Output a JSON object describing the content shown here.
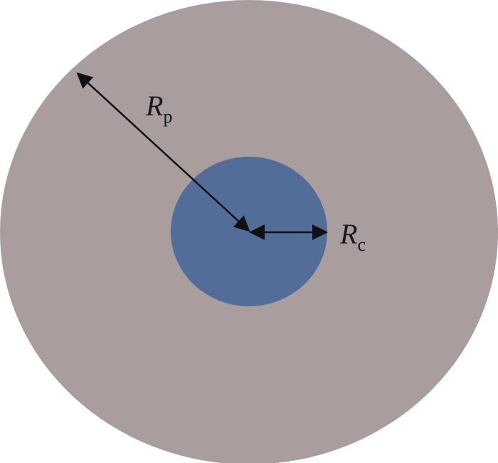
{
  "diagram": {
    "colors": {
      "outer_disk": "#a99e9d",
      "inner_core": "#526d98",
      "arrow": "#111111",
      "background": "#ffffff"
    },
    "labels": {
      "outer_radius": {
        "symbol": "R",
        "subscript": "p"
      },
      "core_radius": {
        "symbol": "R",
        "subscript": "c"
      }
    }
  }
}
